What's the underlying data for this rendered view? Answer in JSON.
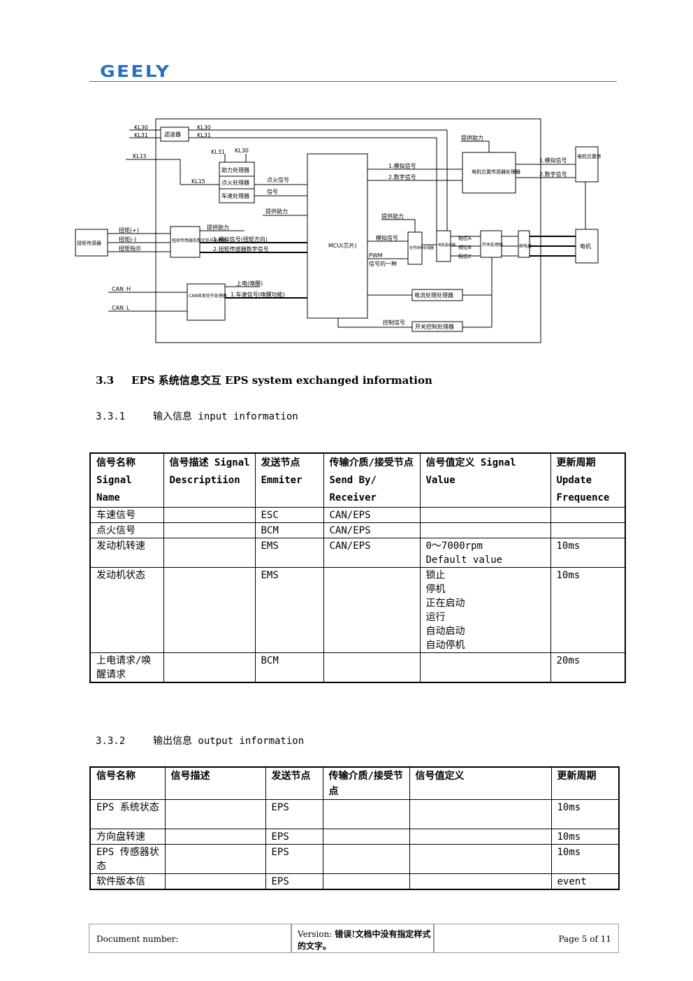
{
  "header": {
    "logo_text": "GEELY"
  },
  "diagram": {
    "labels": {
      "kl30_in": "KL30",
      "kl31_in": "KL31",
      "kl15_in": "KL15",
      "filter": "滤波器",
      "kl30_a": "KL30",
      "kl31_a": "KL31",
      "kl31_b": "KL31",
      "kl30_b": "KL30",
      "kl15_b": "KL15",
      "power_proc": "助力处理器",
      "ign_proc": "点火处理器",
      "speed_proc": "车速处理器",
      "ign_signal": "点火信号",
      "signal": "信号",
      "assist_top": "提供助力",
      "motor_pos_proc": "电机位置传感器处理器",
      "analog1": "1.模拟信号",
      "digital2": "2.数字信号",
      "motor_pos_analog": "1.模拟信号",
      "motor_pos_digital": "2.数字信号",
      "motor_pos_sensor": "电机位置传感器",
      "assist_mid": "提供助力",
      "mcu": "MCU(芯片)",
      "torque_sensor": "扭矩传感器",
      "torque_p": "扭矩(+)",
      "torque_n": "扭矩(-)",
      "torque_ind": "扭矩指示",
      "torque_proc": "扭矩传感器及数字信号处理器",
      "assist_left": "提供助力",
      "analog_torque": "1.模拟信号(扭矩方向)",
      "digital_torque": "2.扭矩传感器数字信号",
      "assist_low": "提供助力",
      "pwm_box": "信号转换处理器",
      "pwm_label": "PWM",
      "pwm_out": "信号的一种",
      "analog_sig": "模拟信号",
      "ecu_box": "电机驱动器",
      "sw_proc": "开关处理器",
      "phase_a": "相位A",
      "phase_b": "相位B",
      "phase_c": "相位C",
      "relay": "继电器",
      "motor": "电机",
      "can_h": "CAN_H",
      "can_l": "CAN_L",
      "can_proc": "CAN收发信号处理器",
      "power_on": "上电(唤醒)",
      "can_signal": "1.车速信号(唤醒功能)",
      "current_proc": "电流处理处理器",
      "ctrl_signal": "控制信号",
      "sw_ctrl_proc": "开关控制处理器"
    }
  },
  "section": {
    "number": "3.3",
    "title": "EPS 系统信息交互 EPS system exchanged information"
  },
  "input": {
    "number": "3.3.1",
    "title": "输入信息 input information",
    "header": [
      "信号名称 Signal Name",
      "信号描述 Signal Descriptiion",
      "发送节点 Emmiter",
      "传输介质/接受节点 Send By/ Receiver",
      "信号值定义 Signal Value",
      "更新周期 Update Frequence"
    ],
    "rows": [
      [
        "车速信号",
        "",
        "ESC",
        "CAN/EPS",
        "",
        ""
      ],
      [
        "点火信号",
        "",
        "BCM",
        "CAN/EPS",
        "",
        ""
      ],
      [
        "发动机转速",
        "",
        "EMS",
        "CAN/EPS",
        "0～7000rpm\nDefault value",
        "10ms"
      ],
      [
        "发动机状态",
        "",
        "EMS",
        "",
        "锁止\n停机\n正在启动\n运行\n自动启动\n自动停机",
        "10ms"
      ],
      [
        "上电请求/唤醒请求",
        "",
        "BCM",
        "",
        "",
        "20ms"
      ]
    ]
  },
  "output": {
    "number": "3.3.2",
    "title": "输出信息 output information",
    "header": [
      "信号名称",
      "信号描述",
      "发送节点",
      "传输介质/接受节点",
      "信号值定义",
      "更新周期"
    ],
    "rows": [
      [
        "EPS 系统状态",
        "",
        "EPS",
        "",
        "",
        "10ms"
      ],
      [
        "方向盘转速",
        "",
        "EPS",
        "",
        "",
        "10ms"
      ],
      [
        "EPS 传感器状态",
        "",
        "EPS",
        "",
        "",
        "10ms"
      ],
      [
        "软件版本信",
        "",
        "EPS",
        "",
        "",
        "event"
      ]
    ]
  },
  "footer": {
    "doc_number": "Document number:",
    "version_label": "Version: ",
    "version_error": "错误!文档中没有指定样式的文字。",
    "page": "Page 5 of 11"
  }
}
